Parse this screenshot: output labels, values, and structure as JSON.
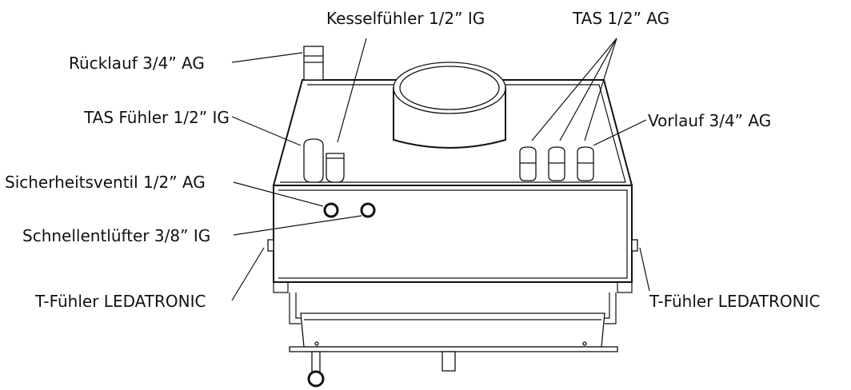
{
  "labels": {
    "kesselfuehler": "Kesselfühler 1/2” IG",
    "tas": "TAS 1/2” AG",
    "ruecklauf": "Rücklauf 3/4” AG",
    "tas_fuehler": "TAS Fühler 1/2” IG",
    "vorlauf": "Vorlauf 3/4” AG",
    "sicherheitsventil": "Sicherheitsventil 1/2” AG",
    "schnellentluefter": "Schnellentlüfter 3/8” IG",
    "t_fuehler_left": "T-Fühler LEDATRONIC",
    "t_fuehler_right": "T-Fühler LEDATRONIC"
  }
}
